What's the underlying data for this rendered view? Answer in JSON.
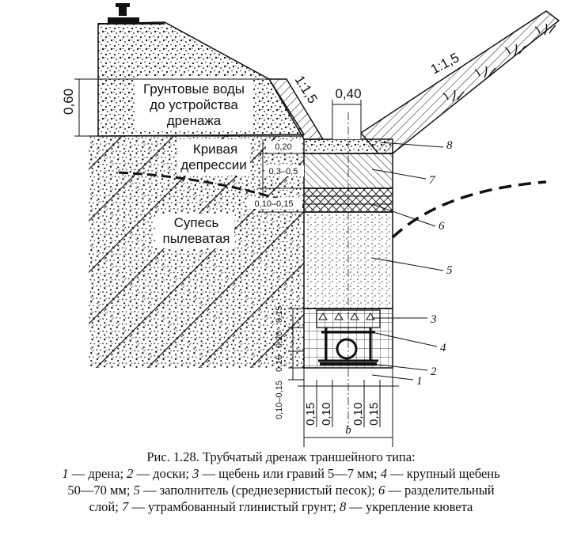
{
  "labels": {
    "groundwater_line1": "Грунтовые воды",
    "groundwater_line2": "до устройства",
    "groundwater_line3": "дренажа",
    "curve_line1": "Кривая",
    "curve_line2": "депрессии",
    "soil_line1": "Супесь",
    "soil_line2": "пылеватая",
    "slope_left": "1:1,5",
    "slope_right": "1:1,5",
    "top_width": "0,40",
    "height_left": "0,60",
    "b": "b"
  },
  "dims_right": [
    "0,20",
    "0,3–0,5",
    "0,10–0,15"
  ],
  "dims_left_vertical": [
    "0,15",
    "0,20",
    "0,15",
    "0,10–0,15"
  ],
  "dims_bottom": [
    "0,15",
    "0,10",
    "0,10",
    "0,15"
  ],
  "callouts": [
    "8",
    "7",
    "6",
    "5",
    "3",
    "4",
    "2",
    "1"
  ],
  "caption": {
    "line1": "Рис. 1.28. Трубчатый дренаж траншейного типа:",
    "items": [
      {
        "num": "1",
        "text": " — дрена; "
      },
      {
        "num": "2",
        "text": " — доски; "
      },
      {
        "num": "3",
        "text": " — щебень или гравий 5—7 мм; "
      },
      {
        "num": "4",
        "text": " — крупный щебень"
      }
    ],
    "line3_prefix": "50—70 мм; ",
    "items3": [
      {
        "num": "5",
        "text": " — заполнитель (среднезернистый песок); "
      },
      {
        "num": "6",
        "text": " — разделительный"
      }
    ],
    "line4_prefix": "слой; ",
    "items4": [
      {
        "num": "7",
        "text": " — утрамбованный глинистый грунт; "
      },
      {
        "num": "8",
        "text": " — укрепление кювета"
      }
    ]
  }
}
